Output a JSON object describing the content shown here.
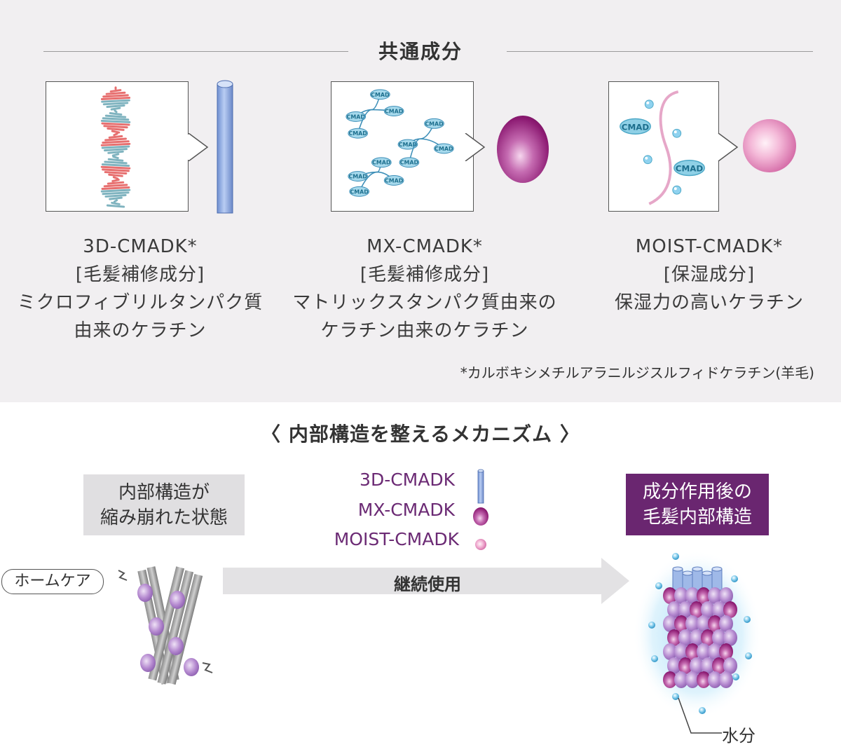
{
  "top_section": {
    "heading": "共通成分",
    "ingredients": [
      {
        "name": "3D-CMADK*",
        "category": "[毛髪補修成分]",
        "desc_line1": "ミクロフィブリルタンパク質",
        "desc_line2": "由来のケラチン",
        "shape": "cylinder-rod"
      },
      {
        "name": "MX-CMADK*",
        "category": "[毛髪補修成分]",
        "desc_line1": "マトリックスタンパク質由来の",
        "desc_line2": "ケラチン由来のケラチン",
        "shape": "purple-ellipsoid"
      },
      {
        "name": "MOIST-CMADK*",
        "category": "[保湿成分]",
        "desc_line1": "保湿力の高いケラチン",
        "desc_line2": "",
        "shape": "pink-sphere"
      }
    ],
    "molecule_label": "CMAD",
    "footnote": "*カルボキシメチルアラニルジスルフィドケラチン(羊毛)"
  },
  "mechanism": {
    "title": "〈 内部構造を整えるメカニズム 〉",
    "before_label_line1": "内部構造が",
    "before_label_line2": "縮み崩れた状態",
    "after_label_line1": "成分作用後の",
    "after_label_line2": "毛髪内部構造",
    "legend": [
      "3D-CMADK",
      "MX-CMADK",
      "MOIST-CMADK"
    ],
    "homecare": "ホームケア",
    "arrow_label": "継続使用",
    "water_label": "水分"
  },
  "colors": {
    "background_top": "#f1eff1",
    "accent_purple": "#6a2670",
    "legend_text": "#6b2a74",
    "cylinder_blue": "#9fb9e8",
    "ellipsoid_magenta": "#9b1f7e",
    "sphere_pink": "#e79bc7",
    "water_drop": "#8fd2ef"
  }
}
